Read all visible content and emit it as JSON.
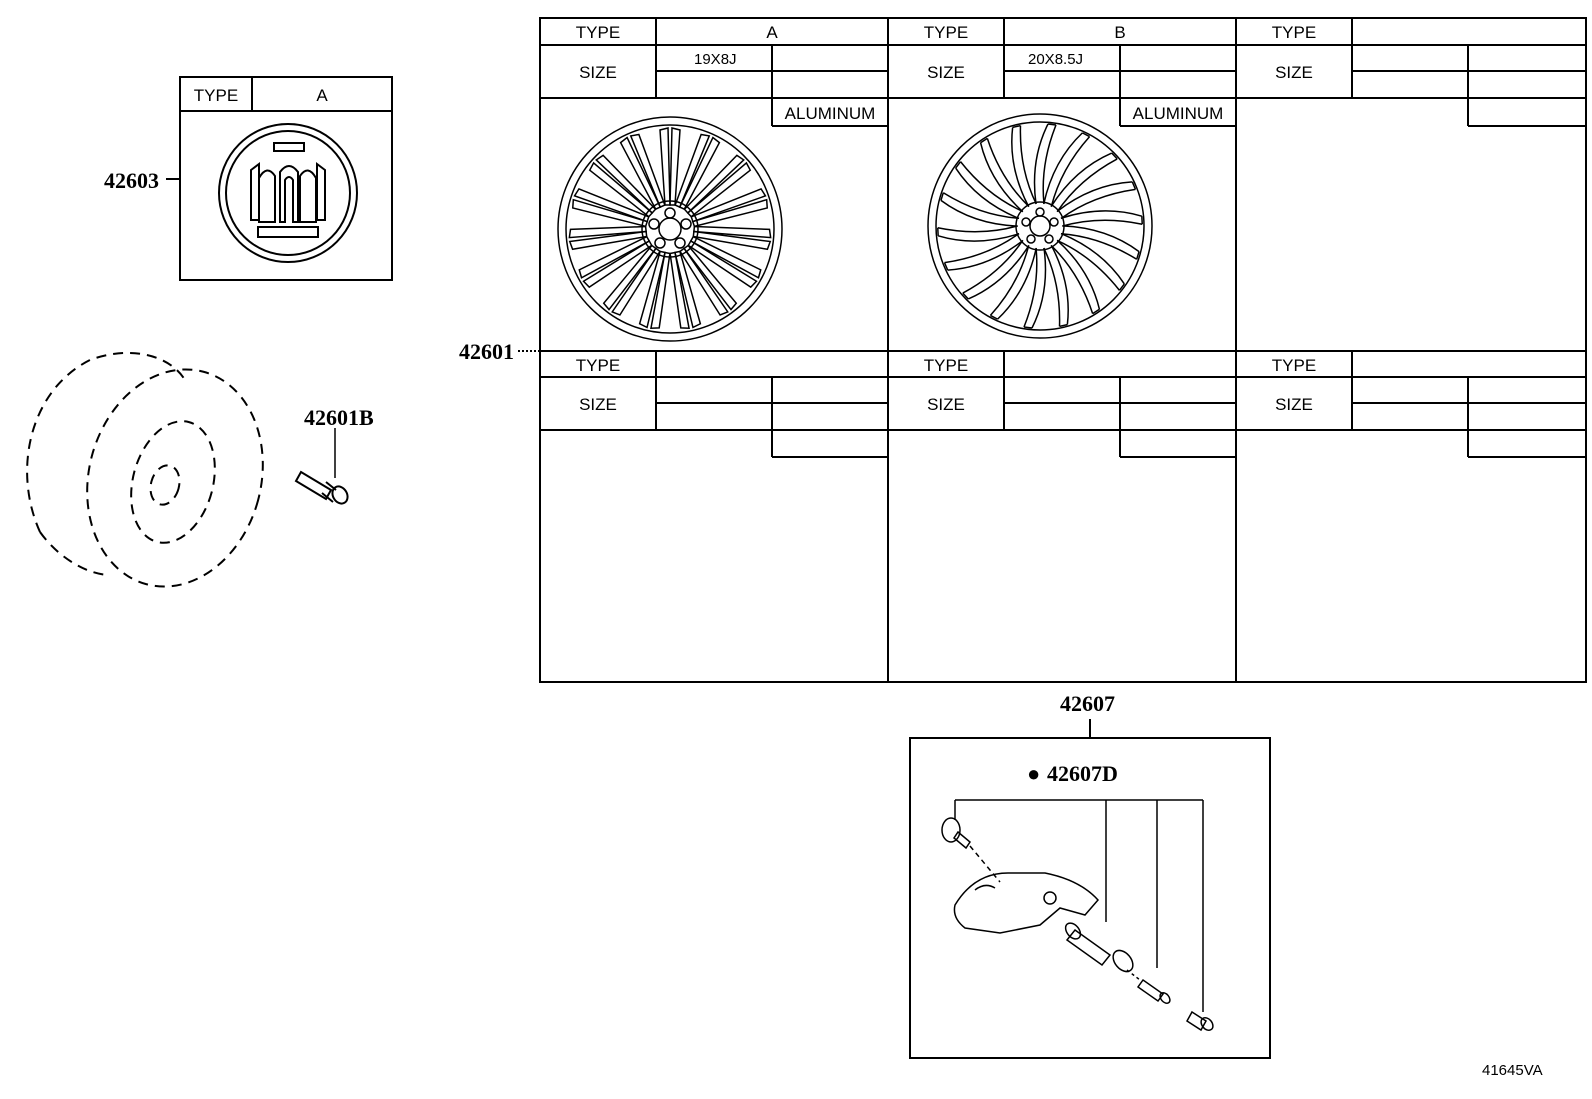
{
  "cap_table": {
    "type_label": "TYPE",
    "type_value": "A"
  },
  "wheel_table": {
    "cells": [
      {
        "type_label": "TYPE",
        "type_value": "A",
        "size_label": "SIZE",
        "size_value": "19X8J",
        "material": "ALUMINUM"
      },
      {
        "type_label": "TYPE",
        "type_value": "B",
        "size_label": "SIZE",
        "size_value": "20X8.5J",
        "material": "ALUMINUM"
      },
      {
        "type_label": "TYPE",
        "type_value": "",
        "size_label": "SIZE",
        "size_value": "",
        "material": ""
      },
      {
        "type_label": "TYPE",
        "type_value": "",
        "size_label": "SIZE",
        "size_value": "",
        "material": ""
      },
      {
        "type_label": "TYPE",
        "type_value": "",
        "size_label": "SIZE",
        "size_value": "",
        "material": ""
      },
      {
        "type_label": "TYPE",
        "type_value": "",
        "size_label": "SIZE",
        "size_value": "",
        "material": ""
      }
    ]
  },
  "callouts": {
    "cap": "42603",
    "wheel": "42601",
    "stud": "42601B",
    "tpms": "42607",
    "tpms_sub": "42607D",
    "tpms_sub_marker": "●"
  },
  "diagram_id": "41645VA"
}
